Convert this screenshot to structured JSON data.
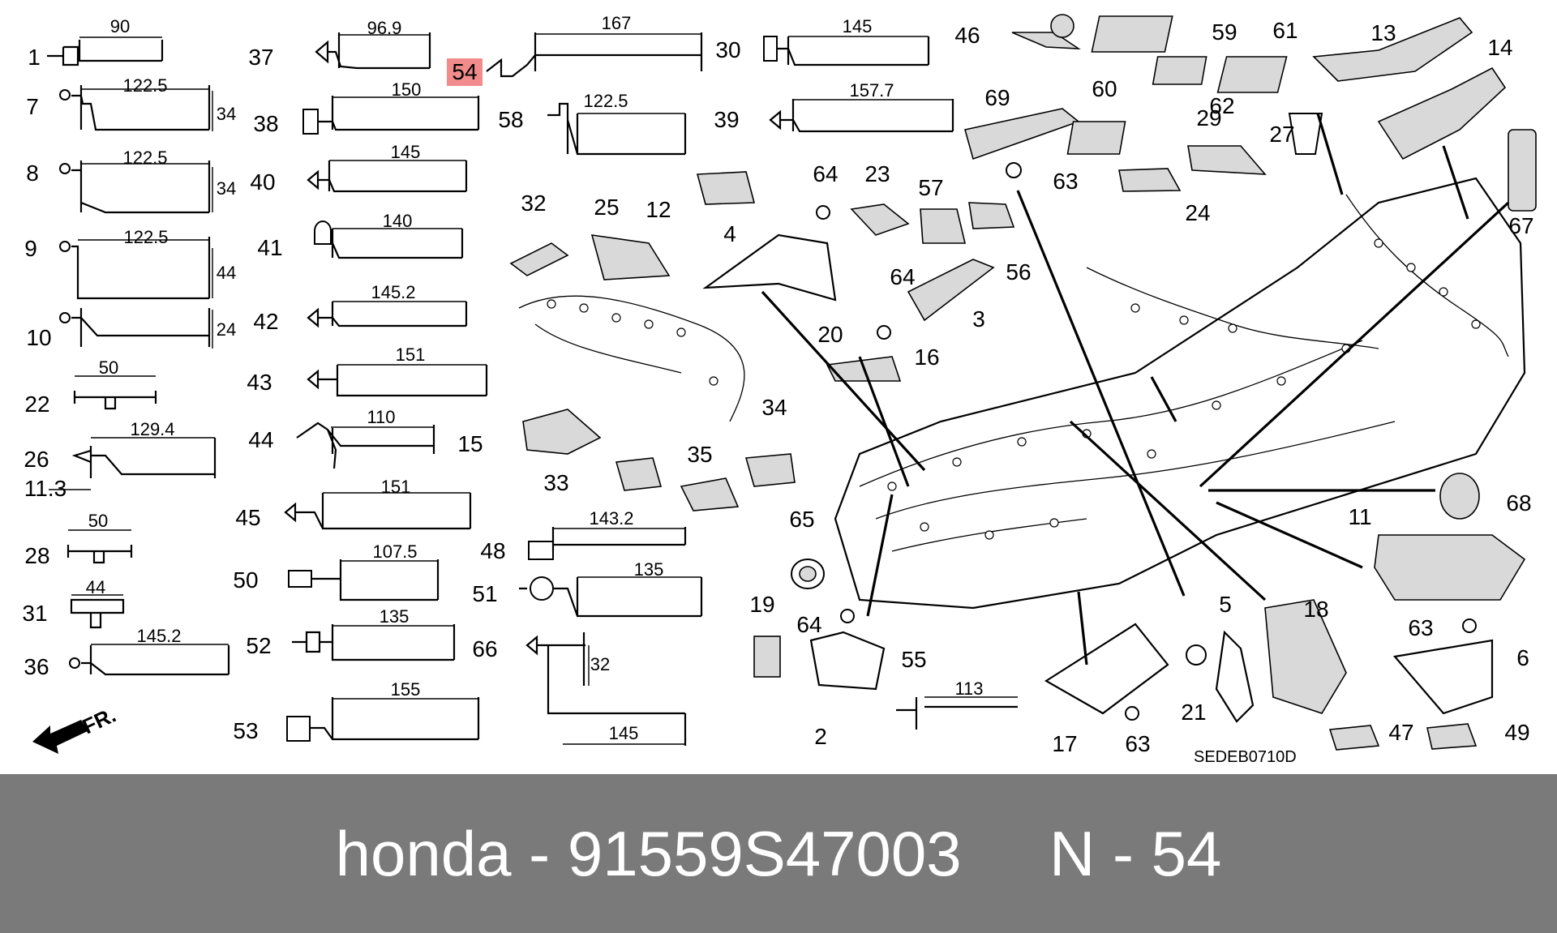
{
  "diagram": {
    "code": "SEDEB0710D",
    "direction_label": "FR.",
    "highlight_color": "#f28b8b",
    "callouts": [
      {
        "label": "1"
      },
      {
        "label": "37"
      },
      {
        "label": "54",
        "highlighted": true
      },
      {
        "label": "30"
      },
      {
        "label": "46"
      },
      {
        "label": "59"
      },
      {
        "label": "61"
      },
      {
        "label": "13"
      },
      {
        "label": "14"
      },
      {
        "label": "7"
      },
      {
        "label": "38"
      },
      {
        "label": "58"
      },
      {
        "label": "39"
      },
      {
        "label": "69"
      },
      {
        "label": "60"
      },
      {
        "label": "62"
      },
      {
        "label": "29"
      },
      {
        "label": "27"
      },
      {
        "label": "8"
      },
      {
        "label": "40"
      },
      {
        "label": "12"
      },
      {
        "label": "64"
      },
      {
        "label": "23"
      },
      {
        "label": "57"
      },
      {
        "label": "63"
      },
      {
        "label": "24"
      },
      {
        "label": "67"
      },
      {
        "label": "9"
      },
      {
        "label": "41"
      },
      {
        "label": "32"
      },
      {
        "label": "25"
      },
      {
        "label": "4"
      },
      {
        "label": "64"
      },
      {
        "label": "56"
      },
      {
        "label": "10"
      },
      {
        "label": "42"
      },
      {
        "label": "3"
      },
      {
        "label": "20"
      },
      {
        "label": "16"
      },
      {
        "label": "22"
      },
      {
        "label": "43"
      },
      {
        "label": "44"
      },
      {
        "label": "15"
      },
      {
        "label": "34"
      },
      {
        "label": "26"
      },
      {
        "label": "11.3"
      },
      {
        "label": "33"
      },
      {
        "label": "35"
      },
      {
        "label": "45"
      },
      {
        "label": "65"
      },
      {
        "label": "68"
      },
      {
        "label": "28"
      },
      {
        "label": "48"
      },
      {
        "label": "11"
      },
      {
        "label": "50"
      },
      {
        "label": "51"
      },
      {
        "label": "31"
      },
      {
        "label": "19"
      },
      {
        "label": "64"
      },
      {
        "label": "5"
      },
      {
        "label": "18"
      },
      {
        "label": "63"
      },
      {
        "label": "36"
      },
      {
        "label": "52"
      },
      {
        "label": "66"
      },
      {
        "label": "55"
      },
      {
        "label": "6"
      },
      {
        "label": "21"
      },
      {
        "label": "47"
      },
      {
        "label": "49"
      },
      {
        "label": "53"
      },
      {
        "label": "2"
      },
      {
        "label": "17"
      },
      {
        "label": "63"
      }
    ],
    "dimensions": [
      "90",
      "96.9",
      "167",
      "145",
      "122.5",
      "34",
      "150",
      "122.5",
      "157.7",
      "122.5",
      "34",
      "145",
      "122.5",
      "44",
      "140",
      "24",
      "145.2",
      "50",
      "151",
      "129.4",
      "110",
      "151",
      "50",
      "143.2",
      "107.5",
      "44",
      "135",
      "145.2",
      "135",
      "32",
      "155",
      "113",
      "145"
    ]
  },
  "footer": {
    "brand": "honda",
    "separator": " - ",
    "part_number": "91559S47003",
    "gap": "     ",
    "ref_label": "N - 54"
  }
}
